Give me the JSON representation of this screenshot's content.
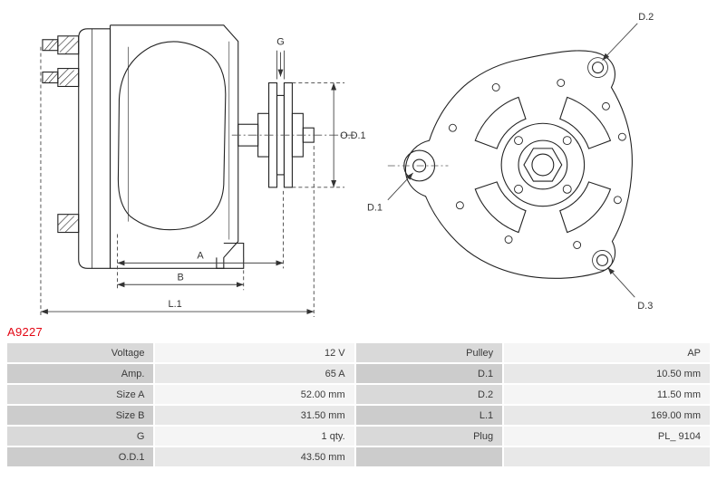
{
  "part_number": "A9227",
  "colors": {
    "part_number_red": "#e30613",
    "drawing_line": "#222222",
    "label_cell": "#d9d9d9",
    "value_cell": "#f5f5f5"
  },
  "diagram": {
    "labels": {
      "g": "G",
      "od1": "O.D.1",
      "a": "A",
      "b": "B",
      "l1": "L.1",
      "d1": "D.1",
      "d2": "D.2",
      "d3": "D.3"
    }
  },
  "table": {
    "rows": [
      {
        "l1": "Voltage",
        "v1": "12 V",
        "l2": "Pulley",
        "v2": "AP"
      },
      {
        "l1": "Amp.",
        "v1": "65 A",
        "l2": "D.1",
        "v2": "10.50 mm"
      },
      {
        "l1": "Size A",
        "v1": "52.00 mm",
        "l2": "D.2",
        "v2": "11.50 mm"
      },
      {
        "l1": "Size B",
        "v1": "31.50 mm",
        "l2": "L.1",
        "v2": "169.00 mm"
      },
      {
        "l1": "G",
        "v1": "1 qty.",
        "l2": "Plug",
        "v2": "PL_ 9104"
      },
      {
        "l1": "O.D.1",
        "v1": "43.50 mm",
        "l2": "",
        "v2": ""
      }
    ]
  }
}
